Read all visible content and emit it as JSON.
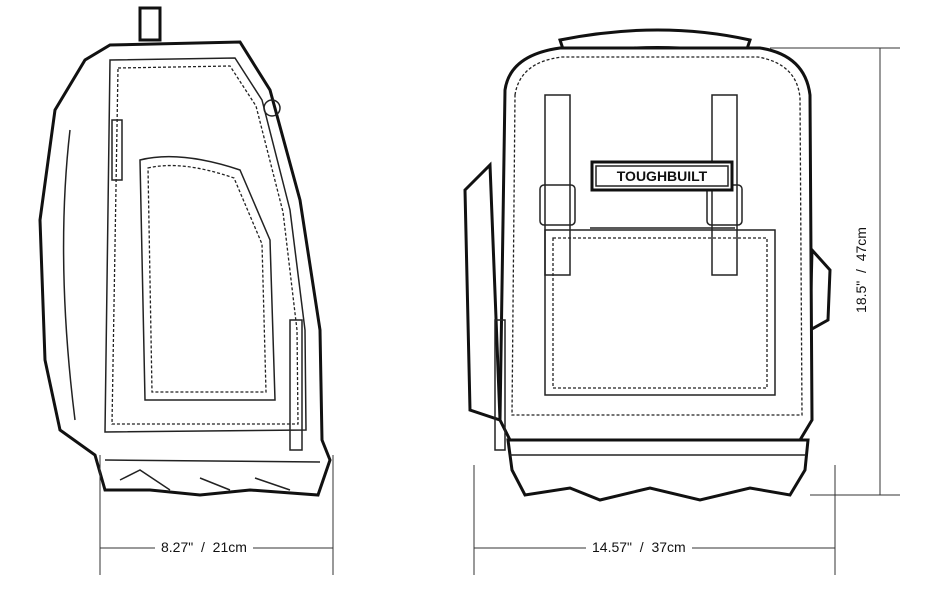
{
  "brand_logo": "TOUGHBUILT",
  "dimensions": {
    "depth": "8.27\"  /  21cm",
    "width": "14.57\"  /  37cm",
    "height": "18.5\"  /  47cm"
  }
}
